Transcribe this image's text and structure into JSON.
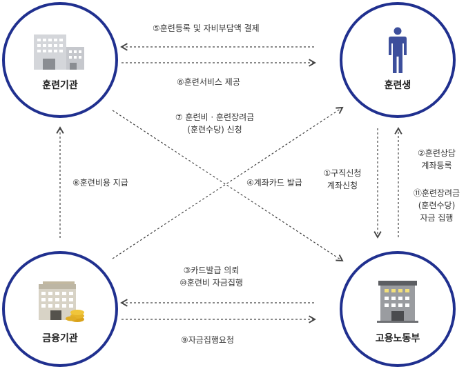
{
  "nodes": {
    "training_institution": "훈련기관",
    "trainee": "훈련생",
    "financial_institution": "금융기관",
    "ministry_of_labor": "고용노동부"
  },
  "flows": {
    "step5": "⑤훈련등록 및 자비부담액 결제",
    "step6": "⑥훈련서비스 제공",
    "step7_line1": "⑦ 훈련비 · 훈련장려금",
    "step7_line2": "(훈련수당) 신청",
    "step8": "⑧훈련비용 지급",
    "step4": "④계좌카드 발급",
    "step1_line1": "①구직신청",
    "step1_line2": "계좌신청",
    "step2_line1": "②훈련상담",
    "step2_line2": "계좌등록",
    "step11_line1": "⑪훈련장려금",
    "step11_line2": "(훈련수당)",
    "step11_line3": "자금 집행",
    "step3": "③카드발급 의뢰",
    "step10": "⑩훈련비 자금집행",
    "step9": "⑨자금집행요청"
  },
  "colors": {
    "circle_stroke": "#20308f",
    "arrow": "#444444",
    "person": "#3d4f9c"
  }
}
